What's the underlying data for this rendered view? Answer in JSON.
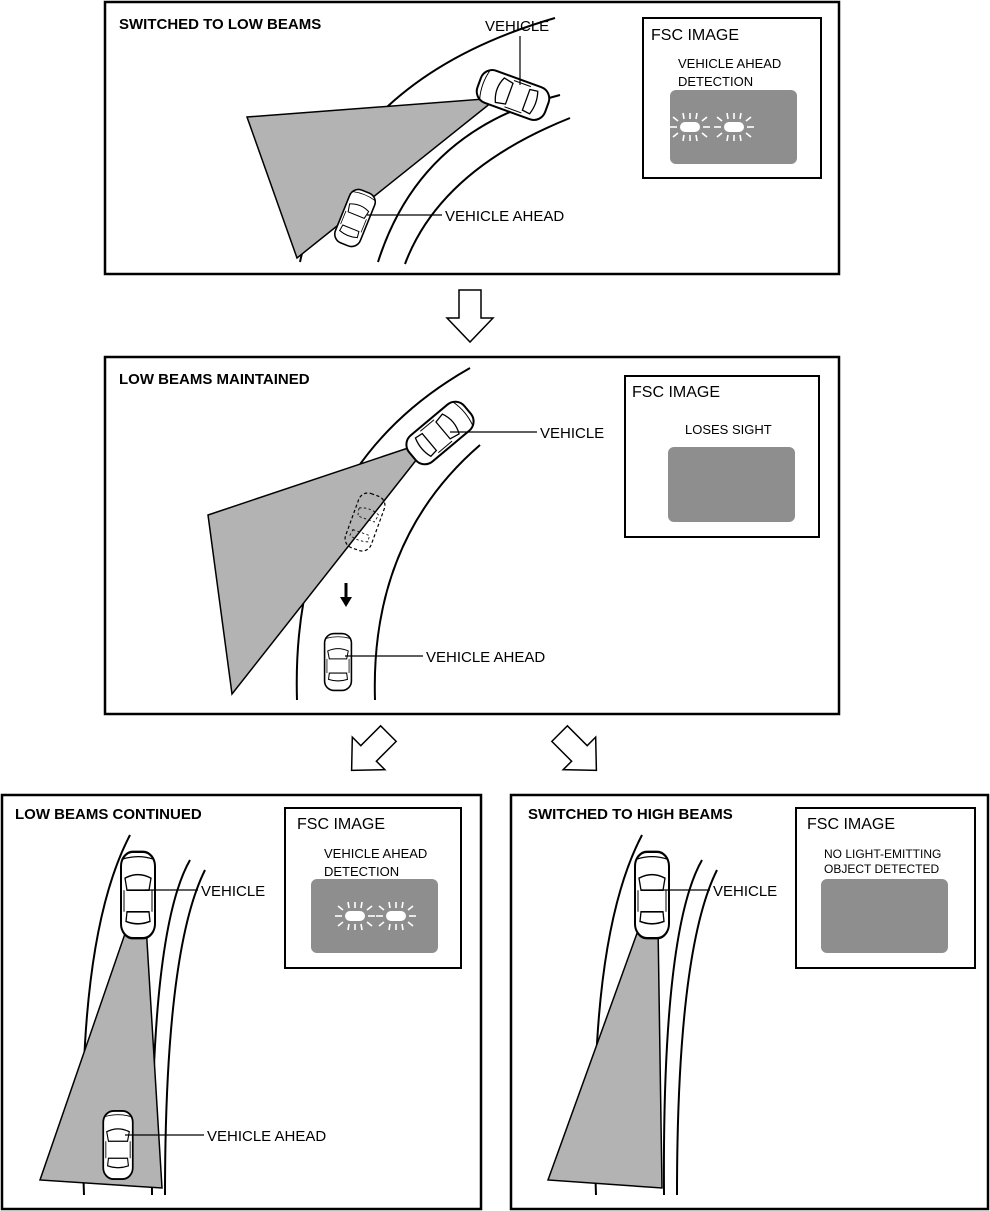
{
  "panels": {
    "p1": {
      "title": "SWITCHED TO LOW BEAMS",
      "vehicle": "VEHICLE",
      "vehicle_ahead": "VEHICLE AHEAD",
      "fsc_title": "FSC IMAGE",
      "fsc_line1": "VEHICLE AHEAD",
      "fsc_line2": "DETECTION"
    },
    "p2": {
      "title": "LOW BEAMS MAINTAINED",
      "vehicle": "VEHICLE",
      "vehicle_ahead": "VEHICLE AHEAD",
      "fsc_title": "FSC IMAGE",
      "fsc_line1": "LOSES SIGHT"
    },
    "p3": {
      "title": "LOW BEAMS CONTINUED",
      "vehicle": "VEHICLE",
      "vehicle_ahead": "VEHICLE AHEAD",
      "fsc_title": "FSC IMAGE",
      "fsc_line1": "VEHICLE AHEAD",
      "fsc_line2": "DETECTION"
    },
    "p4": {
      "title": "SWITCHED TO HIGH BEAMS",
      "vehicle": "VEHICLE",
      "fsc_title": "FSC IMAGE",
      "fsc_line1": "NO LIGHT-EMITTING",
      "fsc_line2": "OBJECT DETECTED"
    }
  },
  "colors": {
    "beam": "#b3b3b3",
    "screen": "#8e8e8e"
  }
}
